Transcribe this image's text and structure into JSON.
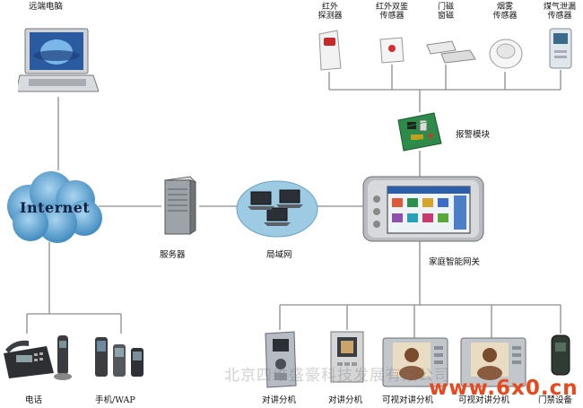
{
  "nodes": {
    "remote_pc": "远端电脑",
    "internet": "Internet",
    "server": "服务器",
    "lan": "局域网",
    "gateway": "家庭智能网关",
    "alarm_module": "报警模块",
    "phone": "电话",
    "mobile": "手机/WAP",
    "intercom1": "对讲分机",
    "intercom2": "对讲分机",
    "video_intercom1": "可视对讲分机",
    "video_intercom2": "可视对讲分机",
    "door_device": "门禁设备"
  },
  "sensors": [
    {
      "line1": "红外",
      "line2": "探测器"
    },
    {
      "line1": "红外双鉴",
      "line2": "传感器"
    },
    {
      "line1": "门磁",
      "line2": "窗磁"
    },
    {
      "line1": "烟雾",
      "line2": "传感器"
    },
    {
      "line1": "煤气泄漏",
      "line2": "传感器"
    }
  ],
  "watermark": "北京四维盛豪科技发展有限公司",
  "brand": "www.6x0.cn",
  "colors": {
    "line": "#8a8a8a",
    "brand": "#e8481c",
    "cloud": "#3c8ec4"
  }
}
